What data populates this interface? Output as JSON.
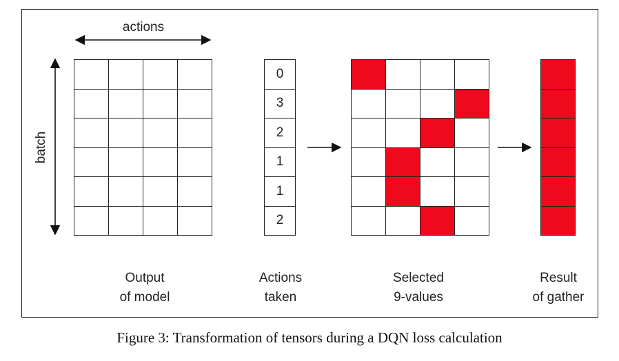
{
  "axis_labels": {
    "horizontal": "actions",
    "vertical": "batch"
  },
  "grids": {
    "output": {
      "rows": 6,
      "cols": 4
    },
    "actions_taken": {
      "values": [
        "0",
        "3",
        "2",
        "1",
        "1",
        "2"
      ]
    },
    "selected": {
      "rows": 6,
      "cols": 4,
      "highlight_cols": [
        0,
        3,
        2,
        1,
        1,
        2
      ]
    },
    "result": {
      "rows": 6
    }
  },
  "labels": {
    "output": [
      "Output",
      "of model"
    ],
    "actions": [
      "Actions",
      "taken"
    ],
    "selected": [
      "Selected",
      "9-values"
    ],
    "result": [
      "Result",
      "of gather"
    ]
  },
  "colors": {
    "highlight": "#ee0a1c",
    "line": "#222222"
  },
  "caption": "Figure 3: Transformation of tensors during a DQN loss calculation"
}
